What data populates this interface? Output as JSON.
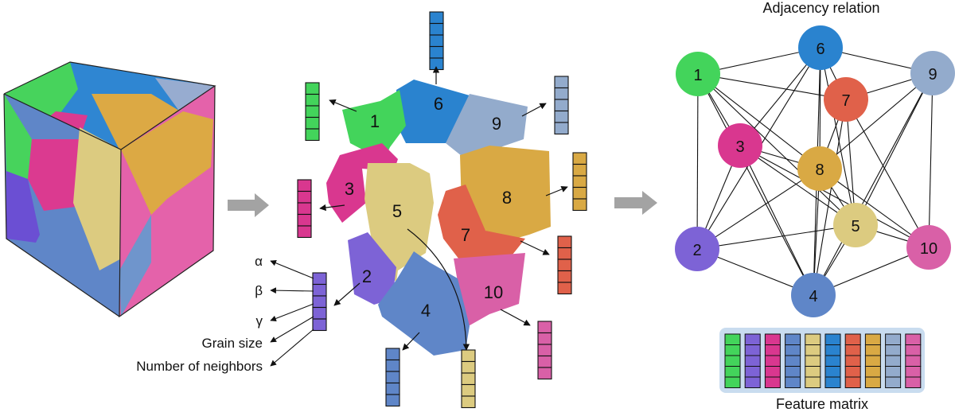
{
  "titles": {
    "adjacency": "Adjacency relation",
    "feature_matrix": "Feature matrix"
  },
  "feature_labels": {
    "alpha": "α",
    "beta": "β",
    "gamma": "γ",
    "grain_size": "Grain size",
    "neighbors": "Number of neighbors"
  },
  "grains": [
    {
      "id": "1",
      "color": "#43d45b"
    },
    {
      "id": "2",
      "color": "#7d63d6"
    },
    {
      "id": "3",
      "color": "#d9378f"
    },
    {
      "id": "4",
      "color": "#5f86c8"
    },
    {
      "id": "5",
      "color": "#dccb80"
    },
    {
      "id": "6",
      "color": "#2a83cf"
    },
    {
      "id": "7",
      "color": "#e0614a"
    },
    {
      "id": "8",
      "color": "#d9a944"
    },
    {
      "id": "9",
      "color": "#93abcc"
    },
    {
      "id": "10",
      "color": "#d960a7"
    }
  ],
  "edges": [
    [
      "1",
      "6"
    ],
    [
      "1",
      "3"
    ],
    [
      "1",
      "8"
    ],
    [
      "1",
      "5"
    ],
    [
      "1",
      "2"
    ],
    [
      "1",
      "4"
    ],
    [
      "1",
      "7"
    ],
    [
      "6",
      "9"
    ],
    [
      "6",
      "3"
    ],
    [
      "6",
      "8"
    ],
    [
      "6",
      "7"
    ],
    [
      "6",
      "2"
    ],
    [
      "6",
      "5"
    ],
    [
      "6",
      "4"
    ],
    [
      "9",
      "7"
    ],
    [
      "9",
      "8"
    ],
    [
      "9",
      "5"
    ],
    [
      "9",
      "10"
    ],
    [
      "9",
      "4"
    ],
    [
      "3",
      "8"
    ],
    [
      "3",
      "5"
    ],
    [
      "3",
      "2"
    ],
    [
      "3",
      "4"
    ],
    [
      "3",
      "10"
    ],
    [
      "8",
      "7"
    ],
    [
      "8",
      "5"
    ],
    [
      "8",
      "2"
    ],
    [
      "8",
      "4"
    ],
    [
      "8",
      "10"
    ],
    [
      "7",
      "5"
    ],
    [
      "7",
      "10"
    ],
    [
      "7",
      "4"
    ],
    [
      "5",
      "10"
    ],
    [
      "5",
      "4"
    ],
    [
      "5",
      "2"
    ],
    [
      "2",
      "4"
    ],
    [
      "10",
      "4"
    ]
  ]
}
